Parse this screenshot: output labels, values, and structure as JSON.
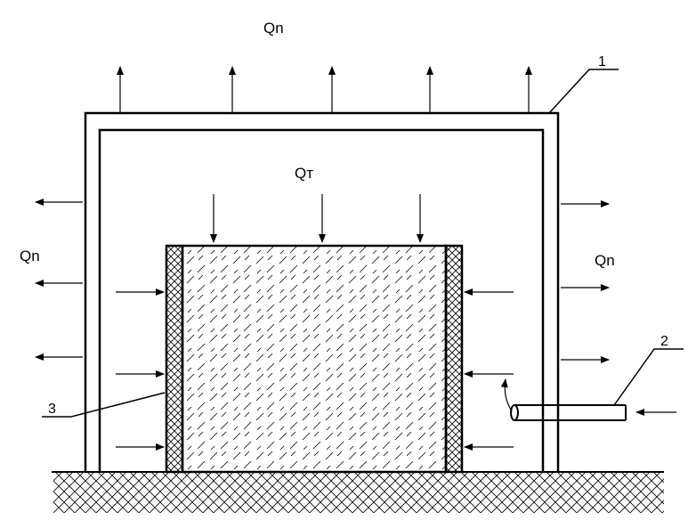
{
  "labels": {
    "heat_loss_top": "Qn",
    "heat_loss_left": "Qn",
    "heat_loss_right": "Qn",
    "heat_input": "Qт"
  },
  "callouts": {
    "enclosure": "1",
    "pipe": "2",
    "insulation": "3"
  }
}
